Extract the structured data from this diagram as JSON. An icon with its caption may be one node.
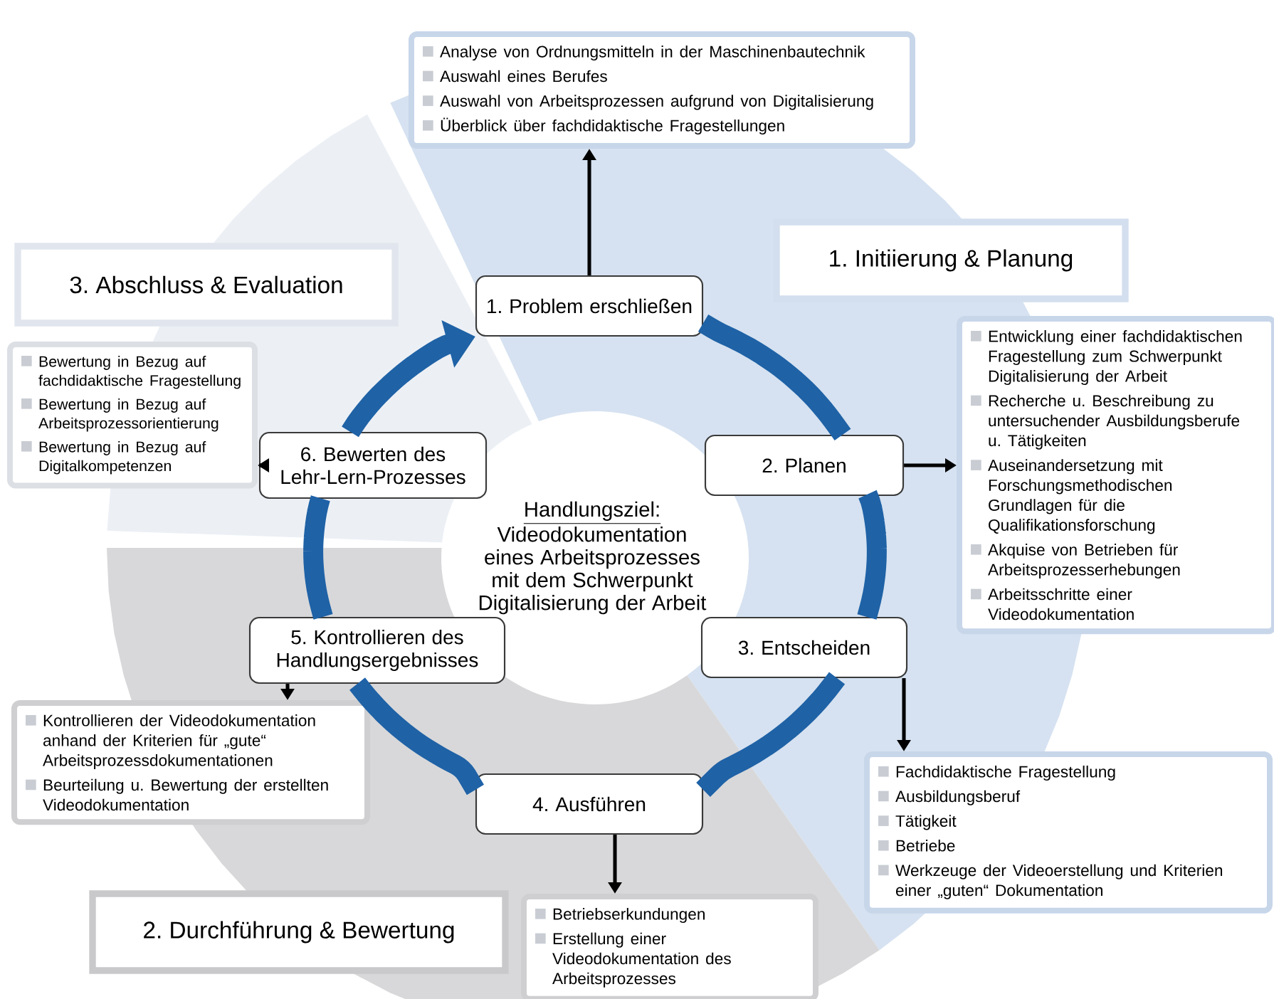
{
  "diagram": {
    "nodes": [
      {
        "text": [
          "Handlungsziel:",
          "Videodokumentation eines Arbeitsprozesses mit dem Schwerpunkt Digitalisierung der Arbeit"
        ]
      },
      {
        "text": [
          "1. Problem erschließen"
        ]
      },
      {
        "text": [
          "2. Planen"
        ]
      },
      {
        "text": [
          "3. Entscheiden"
        ]
      },
      {
        "text": [
          "4. Ausführen"
        ]
      },
      {
        "text": [
          "5. Kontrollieren des Handlungsergebnisses"
        ]
      },
      {
        "text": [
          "6. Bewerten des Lehr-Lern-Prozesses"
        ]
      },
      {
        "text": [
          "1. Initiierung & Planung"
        ]
      },
      {
        "text": [
          "2. Durchführung & Bewertung"
        ]
      },
      {
        "text": [
          "3. Abschluss & Evaluation"
        ]
      },
      {
        "text": [
          "Analyse von Ordnungsmitteln in der Maschinenbautechnik",
          "Auswahl eines Berufes",
          "Auswahl von Arbeitsprozessen aufgrund von Digitalisierung",
          "Überblick über fachdidaktische Fragestellungen"
        ]
      },
      {
        "text": [
          "Entwicklung einer fachdidaktischen Fragestellung zum Schwerpunkt Digitalisierung der Arbeit",
          "Recherche u. Beschreibung zu untersuchender Ausbildungsberufe u. Tätigkeiten",
          "Auseinandersetzung mit Forschungsmethodischen Grundlagen für die Qualifikationsforschung",
          "Akquise von Betrieben für Arbeitsprozesserhebungen",
          "Arbeitsschritte einer Videodokumentation"
        ]
      },
      {
        "text": [
          "Fachdidaktische Fragestellung",
          "Ausbildungsberuf",
          "Tätigkeit",
          "Betriebe",
          "Werkzeuge der Videoerstellung und Kriterien einer „guten“ Dokumentation"
        ]
      },
      {
        "text": [
          "Betriebserkundungen",
          "Erstellung einer Videodokumentation des Arbeitsprozesses"
        ]
      },
      {
        "text": [
          "Kontrollieren der Videodokumentation anhand der Kriterien für „gute“ Arbeitsprozessdokumentationen",
          "Beurteilung u. Bewertung der erstellten Videodokumentation"
        ]
      },
      {
        "text": [
          "Bewertung in Bezug auf fachdidaktische Fragestellung",
          "Bewertung in Bezug auf Arbeitsprozessorientierung",
          "Bewertung in Bezug auf Digitalkompetenzen"
        ]
      }
    ],
    "edges": [
      {
        "from": 1,
        "to": 2,
        "arrow": "none",
        "style": "thick",
        "color": "#1f62a6"
      },
      {
        "from": 2,
        "to": 3,
        "arrow": "none",
        "style": "thick",
        "color": "#1f62a6"
      },
      {
        "from": 3,
        "to": 4,
        "arrow": "none",
        "style": "thick",
        "color": "#1f62a6"
      },
      {
        "from": 4,
        "to": 5,
        "arrow": "none",
        "style": "thick",
        "color": "#1f62a6"
      },
      {
        "from": 5,
        "to": 6,
        "arrow": "none",
        "style": "thick",
        "color": "#1f62a6"
      },
      {
        "from": 6,
        "to": 1,
        "arrow": "to",
        "style": "thick",
        "color": "#1f62a6"
      },
      {
        "from": 1,
        "to": 10,
        "arrow": "to",
        "color": "#000000"
      },
      {
        "from": 2,
        "to": 11,
        "arrow": "to",
        "color": "#000000"
      },
      {
        "from": 3,
        "to": 12,
        "arrow": "to",
        "color": "#000000"
      },
      {
        "from": 4,
        "to": 13,
        "arrow": "to",
        "color": "#000000"
      },
      {
        "from": 5,
        "to": 14,
        "arrow": "to",
        "color": "#000000"
      },
      {
        "from": 6,
        "to": 15,
        "arrow": "to",
        "color": "#000000"
      }
    ]
  }
}
